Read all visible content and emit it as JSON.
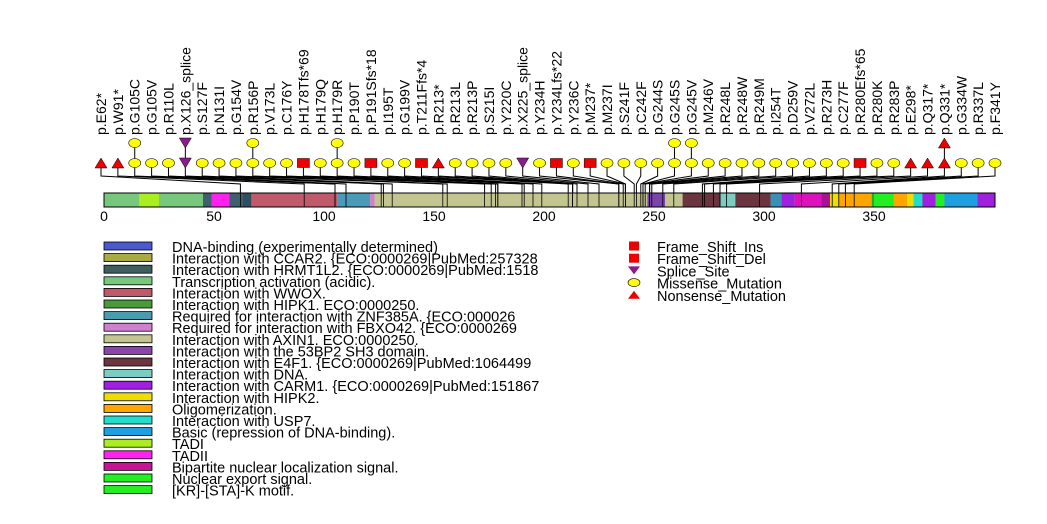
{
  "chart_data": {
    "type": "lollipop",
    "xlim": [
      0,
      393
    ],
    "x_ticks": [
      "0",
      "50",
      "100",
      "150",
      "200",
      "250",
      "300",
      "350"
    ],
    "x_tick_values": [
      0,
      50,
      100,
      150,
      200,
      250,
      300,
      350
    ],
    "mutations": [
      {
        "label": "p.E62*",
        "pos": 62,
        "type": "nonsense",
        "count": 1
      },
      {
        "label": "p.W91*",
        "pos": 91,
        "type": "nonsense",
        "count": 1
      },
      {
        "label": "p.G105C",
        "pos": 105,
        "type": "missense",
        "count": 2
      },
      {
        "label": "p.G105V",
        "pos": 105,
        "type": "missense",
        "count": 1
      },
      {
        "label": "p.R110L",
        "pos": 110,
        "type": "missense",
        "count": 1
      },
      {
        "label": "p.X126_splice",
        "pos": 126,
        "type": "splice",
        "count": 2
      },
      {
        "label": "p.S127F",
        "pos": 127,
        "type": "missense",
        "count": 1
      },
      {
        "label": "p.N131I",
        "pos": 131,
        "type": "missense",
        "count": 1
      },
      {
        "label": "p.G154V",
        "pos": 154,
        "type": "missense",
        "count": 1
      },
      {
        "label": "p.R156P",
        "pos": 156,
        "type": "missense",
        "count": 2
      },
      {
        "label": "p.V173L",
        "pos": 173,
        "type": "missense",
        "count": 1
      },
      {
        "label": "p.C176Y",
        "pos": 176,
        "type": "missense",
        "count": 1
      },
      {
        "label": "p.H178Tfs*69",
        "pos": 178,
        "type": "frameshift",
        "count": 1
      },
      {
        "label": "p.H179Q",
        "pos": 179,
        "type": "missense",
        "count": 1
      },
      {
        "label": "p.H179R",
        "pos": 179,
        "type": "missense",
        "count": 2
      },
      {
        "label": "p.P190T",
        "pos": 190,
        "type": "missense",
        "count": 1
      },
      {
        "label": "p.P191Sfs*18",
        "pos": 191,
        "type": "frameshift",
        "count": 1
      },
      {
        "label": "p.I195T",
        "pos": 195,
        "type": "missense",
        "count": 1
      },
      {
        "label": "p.G199V",
        "pos": 199,
        "type": "missense",
        "count": 1
      },
      {
        "label": "p.T211Ffs*4",
        "pos": 211,
        "type": "frameshift",
        "count": 1
      },
      {
        "label": "p.R213*",
        "pos": 213,
        "type": "nonsense",
        "count": 1
      },
      {
        "label": "p.R213L",
        "pos": 213,
        "type": "missense",
        "count": 1
      },
      {
        "label": "p.R213P",
        "pos": 213,
        "type": "missense",
        "count": 1
      },
      {
        "label": "p.S215I",
        "pos": 215,
        "type": "missense",
        "count": 1
      },
      {
        "label": "p.Y220C",
        "pos": 220,
        "type": "missense",
        "count": 1
      },
      {
        "label": "p.X225_splice",
        "pos": 225,
        "type": "splice",
        "count": 1
      },
      {
        "label": "p.Y234H",
        "pos": 234,
        "type": "missense",
        "count": 1
      },
      {
        "label": "p.Y234Lfs*22",
        "pos": 234,
        "type": "frameshift",
        "count": 1
      },
      {
        "label": "p.Y236C",
        "pos": 236,
        "type": "missense",
        "count": 1
      },
      {
        "label": "p.M237*",
        "pos": 237,
        "type": "frameshift",
        "count": 1
      },
      {
        "label": "p.M237I",
        "pos": 237,
        "type": "missense",
        "count": 1
      },
      {
        "label": "p.S241F",
        "pos": 241,
        "type": "missense",
        "count": 1
      },
      {
        "label": "p.C242F",
        "pos": 242,
        "type": "missense",
        "count": 1
      },
      {
        "label": "p.G244S",
        "pos": 244,
        "type": "missense",
        "count": 1
      },
      {
        "label": "p.G245S",
        "pos": 245,
        "type": "missense",
        "count": 2
      },
      {
        "label": "p.G245V",
        "pos": 245,
        "type": "missense",
        "count": 2
      },
      {
        "label": "p.M246V",
        "pos": 246,
        "type": "missense",
        "count": 1
      },
      {
        "label": "p.R248L",
        "pos": 248,
        "type": "missense",
        "count": 1
      },
      {
        "label": "p.R248W",
        "pos": 248,
        "type": "missense",
        "count": 1
      },
      {
        "label": "p.R249M",
        "pos": 249,
        "type": "missense",
        "count": 1
      },
      {
        "label": "p.I254T",
        "pos": 254,
        "type": "missense",
        "count": 1
      },
      {
        "label": "p.D259V",
        "pos": 259,
        "type": "missense",
        "count": 1
      },
      {
        "label": "p.V272L",
        "pos": 272,
        "type": "missense",
        "count": 1
      },
      {
        "label": "p.R273H",
        "pos": 273,
        "type": "missense",
        "count": 1
      },
      {
        "label": "p.C277F",
        "pos": 277,
        "type": "missense",
        "count": 1
      },
      {
        "label": "p.R280Efs*65",
        "pos": 280,
        "type": "frameshift",
        "count": 1
      },
      {
        "label": "p.R280K",
        "pos": 280,
        "type": "missense",
        "count": 1
      },
      {
        "label": "p.R283P",
        "pos": 283,
        "type": "missense",
        "count": 1
      },
      {
        "label": "p.E298*",
        "pos": 298,
        "type": "nonsense",
        "count": 1
      },
      {
        "label": "p.Q317*",
        "pos": 317,
        "type": "nonsense",
        "count": 1
      },
      {
        "label": "p.Q331*",
        "pos": 331,
        "type": "nonsense",
        "count": 2
      },
      {
        "label": "p.G334W",
        "pos": 334,
        "type": "missense",
        "count": 1
      },
      {
        "label": "p.R337L",
        "pos": 337,
        "type": "missense",
        "count": 1
      },
      {
        "label": "p.F341Y",
        "pos": 341,
        "type": "missense",
        "count": 1
      }
    ],
    "domain_segments": [
      {
        "start": 0,
        "end": 16,
        "color": "#77c77d"
      },
      {
        "start": 16,
        "end": 25,
        "color": "#aaee22"
      },
      {
        "start": 25,
        "end": 45,
        "color": "#77c77d"
      },
      {
        "start": 45,
        "end": 49,
        "color": "#3f5f6f"
      },
      {
        "start": 49,
        "end": 57,
        "color": "#ff22ee"
      },
      {
        "start": 57,
        "end": 63,
        "color": "#3f5f6f"
      },
      {
        "start": 63,
        "end": 67,
        "color": "#2f4f5f"
      },
      {
        "start": 67,
        "end": 106,
        "color": "#c05a6a"
      },
      {
        "start": 106,
        "end": 121,
        "color": "#4a9ab8"
      },
      {
        "start": 121,
        "end": 123,
        "color": "#d080d0"
      },
      {
        "start": 123,
        "end": 247,
        "color": "#c2c590"
      },
      {
        "start": 247,
        "end": 255,
        "color": "#7a44aa"
      },
      {
        "start": 255,
        "end": 263,
        "color": "#c2c590"
      },
      {
        "start": 263,
        "end": 280,
        "color": "#6b3540"
      },
      {
        "start": 280,
        "end": 287,
        "color": "#7acdc0"
      },
      {
        "start": 287,
        "end": 303,
        "color": "#6b3540"
      },
      {
        "start": 303,
        "end": 308,
        "color": "#3a8fb8"
      },
      {
        "start": 308,
        "end": 314,
        "color": "#a020e0"
      },
      {
        "start": 314,
        "end": 326,
        "color": "#dd11bb"
      },
      {
        "start": 326,
        "end": 330,
        "color": "#aa1199"
      },
      {
        "start": 330,
        "end": 334,
        "color": "#eedd00"
      },
      {
        "start": 334,
        "end": 349,
        "color": "#ffa500"
      },
      {
        "start": 349,
        "end": 350,
        "color": "#22aa22"
      },
      {
        "start": 350,
        "end": 359,
        "color": "#22ee22"
      },
      {
        "start": 359,
        "end": 365,
        "color": "#ffa500"
      },
      {
        "start": 365,
        "end": 368,
        "color": "#eedd00"
      },
      {
        "start": 368,
        "end": 372,
        "color": "#22ddcc"
      },
      {
        "start": 372,
        "end": 378,
        "color": "#a020e0"
      },
      {
        "start": 378,
        "end": 382,
        "color": "#22ee22"
      },
      {
        "start": 382,
        "end": 397,
        "color": "#1ea0e0"
      },
      {
        "start": 397,
        "end": 405,
        "color": "#a020e0"
      }
    ],
    "domain_legend": [
      {
        "label": "DNA-binding (experimentally determined)",
        "color": "#4a5acc"
      },
      {
        "label": "Interaction with CCAR2. {ECO:0000269|PubMed:257328",
        "color": "#aaaa44"
      },
      {
        "label": "Interaction with HRMT1L2. {ECO:0000269|PubMed:1518",
        "color": "#3f5f5f"
      },
      {
        "label": "Transcription activation (acidic).",
        "color": "#77c77d"
      },
      {
        "label": "Interaction with WWOX.",
        "color": "#c05a6a"
      },
      {
        "label": "Interaction with HIPK1. ECO:0000250.",
        "color": "#4a9a3a"
      },
      {
        "label": "Required for interaction with ZNF385A. {ECO:000026",
        "color": "#4a9ab0"
      },
      {
        "label": "Required for interaction with FBXO42. {ECO:0000269",
        "color": "#d080d0"
      },
      {
        "label": "Interaction with AXIN1. ECO:0000250.",
        "color": "#c2c590"
      },
      {
        "label": "Interaction with the 53BP2 SH3 domain.",
        "color": "#8a44aa"
      },
      {
        "label": "Interaction with E4F1. {ECO:0000269|PubMed:1064499",
        "color": "#6b3540"
      },
      {
        "label": "Interaction with DNA.",
        "color": "#7acdc0"
      },
      {
        "label": "Interaction with CARM1. {ECO:0000269|PubMed:151867",
        "color": "#a020e0"
      },
      {
        "label": "Interaction with HIPK2.",
        "color": "#eedd00"
      },
      {
        "label": "Oligomerization.",
        "color": "#ffa500"
      },
      {
        "label": "Interaction with USP7.",
        "color": "#22ddcc"
      },
      {
        "label": "Basic (repression of DNA-binding).",
        "color": "#1ea0e0"
      },
      {
        "label": "TADI",
        "color": "#aaee22"
      },
      {
        "label": "TADII",
        "color": "#ff22ee"
      },
      {
        "label": "Bipartite nuclear localization signal.",
        "color": "#cc1199"
      },
      {
        "label": "Nuclear export signal.",
        "color": "#22ee22"
      },
      {
        "label": "[KR]-[STA]-K motif.",
        "color": "#22ee22"
      }
    ],
    "type_legend": [
      {
        "label": "Frame_Shift_Ins",
        "shape": "square",
        "color": "#ee0000"
      },
      {
        "label": "Frame_Shift_Del",
        "shape": "square",
        "color": "#ee0000"
      },
      {
        "label": "Splice_Site",
        "shape": "down-triangle",
        "color": "#8b1a8b"
      },
      {
        "label": "Missense_Mutation",
        "shape": "ellipse",
        "color": "#ffff00"
      },
      {
        "label": "Nonsense_Mutation",
        "shape": "triangle",
        "color": "#ee0000"
      }
    ]
  }
}
